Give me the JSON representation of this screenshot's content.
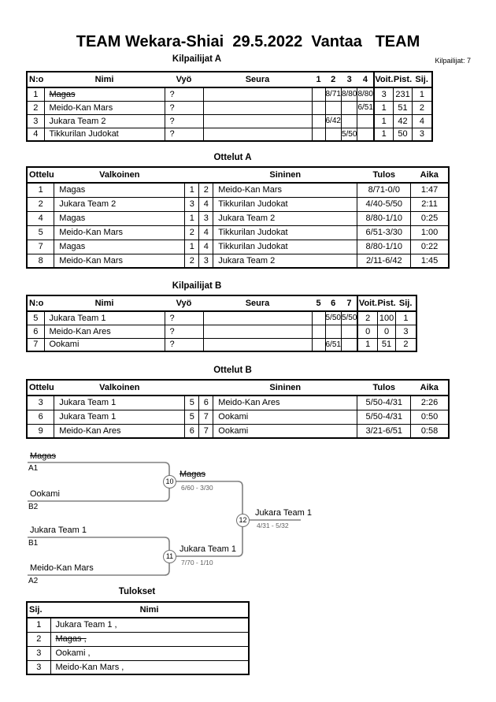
{
  "page": {
    "title": "TEAM Wekara-Shiai  29.5.2022  Vantaa   TEAM",
    "competitors_total": "Kilpailijat: 7"
  },
  "kilpailijat_a": {
    "heading": "Kilpailijat A",
    "headers": [
      "N:o",
      "Nimi",
      "Vyö",
      "Seura",
      "1",
      "2",
      "3",
      "4",
      "Voit.",
      "Pist.",
      "Sij."
    ],
    "rows": [
      [
        "1",
        "Magas",
        "?",
        "",
        "",
        "8/71",
        "8/80",
        "8/80",
        "3",
        "231",
        "1"
      ],
      [
        "2",
        "Meido-Kan Mars",
        "?",
        "",
        "",
        "",
        "",
        "6/51",
        "1",
        "51",
        "2"
      ],
      [
        "3",
        "Jukara Team 2",
        "?",
        "",
        "",
        "6/42",
        "",
        "",
        "1",
        "42",
        "4"
      ],
      [
        "4",
        "Tikkurilan Judokat",
        "?",
        "",
        "",
        "",
        "5/50",
        "",
        "1",
        "50",
        "3"
      ]
    ],
    "strike_cells": [
      [
        0,
        1
      ]
    ]
  },
  "ottelut_a": {
    "heading": "Ottelut A",
    "headers": [
      "Ottelu",
      "Valkoinen",
      "",
      "",
      "Sininen",
      "Tulos",
      "Aika"
    ],
    "rows": [
      [
        "1",
        "Magas",
        "1",
        "2",
        "Meido-Kan Mars",
        "8/71-0/0",
        "1:47"
      ],
      [
        "2",
        "Jukara Team 2",
        "3",
        "4",
        "Tikkurilan Judokat",
        "4/40-5/50",
        "2:11"
      ],
      [
        "4",
        "Magas",
        "1",
        "3",
        "Jukara Team 2",
        "8/80-1/10",
        "0:25"
      ],
      [
        "5",
        "Meido-Kan Mars",
        "2",
        "4",
        "Tikkurilan Judokat",
        "6/51-3/30",
        "1:00"
      ],
      [
        "7",
        "Magas",
        "1",
        "4",
        "Tikkurilan Judokat",
        "8/80-1/10",
        "0:22"
      ],
      [
        "8",
        "Meido-Kan Mars",
        "2",
        "3",
        "Jukara Team 2",
        "2/11-6/42",
        "1:45"
      ]
    ],
    "strike_cells": []
  },
  "kilpailijat_b": {
    "heading": "Kilpailijat B",
    "headers": [
      "N:o",
      "Nimi",
      "Vyö",
      "Seura",
      "5",
      "6",
      "7",
      "Voit.",
      "Pist.",
      "Sij."
    ],
    "rows": [
      [
        "5",
        "Jukara Team 1",
        "?",
        "",
        "",
        "5/50",
        "5/50",
        "2",
        "100",
        "1"
      ],
      [
        "6",
        "Meido-Kan Ares",
        "?",
        "",
        "",
        "",
        "",
        "0",
        "0",
        "3"
      ],
      [
        "7",
        "Ookami",
        "?",
        "",
        "",
        "6/51",
        "",
        "1",
        "51",
        "2"
      ]
    ],
    "strike_cells": []
  },
  "ottelut_b": {
    "heading": "Ottelut B",
    "headers": [
      "Ottelu",
      "Valkoinen",
      "",
      "",
      "Sininen",
      "Tulos",
      "Aika"
    ],
    "rows": [
      [
        "3",
        "Jukara Team 1",
        "5",
        "6",
        "Meido-Kan Ares",
        "5/50-4/31",
        "2:26"
      ],
      [
        "6",
        "Jukara Team 1",
        "5",
        "7",
        "Ookami",
        "5/50-4/31",
        "0:50"
      ],
      [
        "9",
        "Meido-Kan Ares",
        "6",
        "7",
        "Ookami",
        "3/21-6/51",
        "0:58"
      ]
    ],
    "strike_cells": []
  },
  "bracket": {
    "slots": {
      "a1": {
        "name": "Magas",
        "label": "A1"
      },
      "b2": {
        "name": "Ookami",
        "label": "B2"
      },
      "b1": {
        "name": "Jukara Team 1",
        "label": "B1"
      },
      "a2": {
        "name": "Meido-Kan Mars",
        "label": "A2"
      }
    },
    "matches": {
      "m10": {
        "number": "10",
        "winner": "Magas",
        "score": "6/60 - 3/30"
      },
      "m11": {
        "number": "11",
        "winner": "Jukara Team 1",
        "score": "7/70 - 1/10"
      },
      "m12": {
        "number": "12",
        "winner": "Jukara Team 1",
        "score": "4/31 - 5/32"
      }
    }
  },
  "tulokset": {
    "heading": "Tulokset",
    "headers": [
      "Sij.",
      "Nimi"
    ],
    "rows": [
      [
        "1",
        "Jukara Team 1 ,"
      ],
      [
        "2",
        "Magas ,"
      ],
      [
        "3",
        "Ookami ,"
      ],
      [
        "3",
        "Meido-Kan Mars ,"
      ]
    ],
    "strike_cells": [
      [
        1,
        1
      ]
    ]
  },
  "colors": {
    "table_border": "#000000",
    "bracket_line": "#808080",
    "score_text": "#606060"
  }
}
